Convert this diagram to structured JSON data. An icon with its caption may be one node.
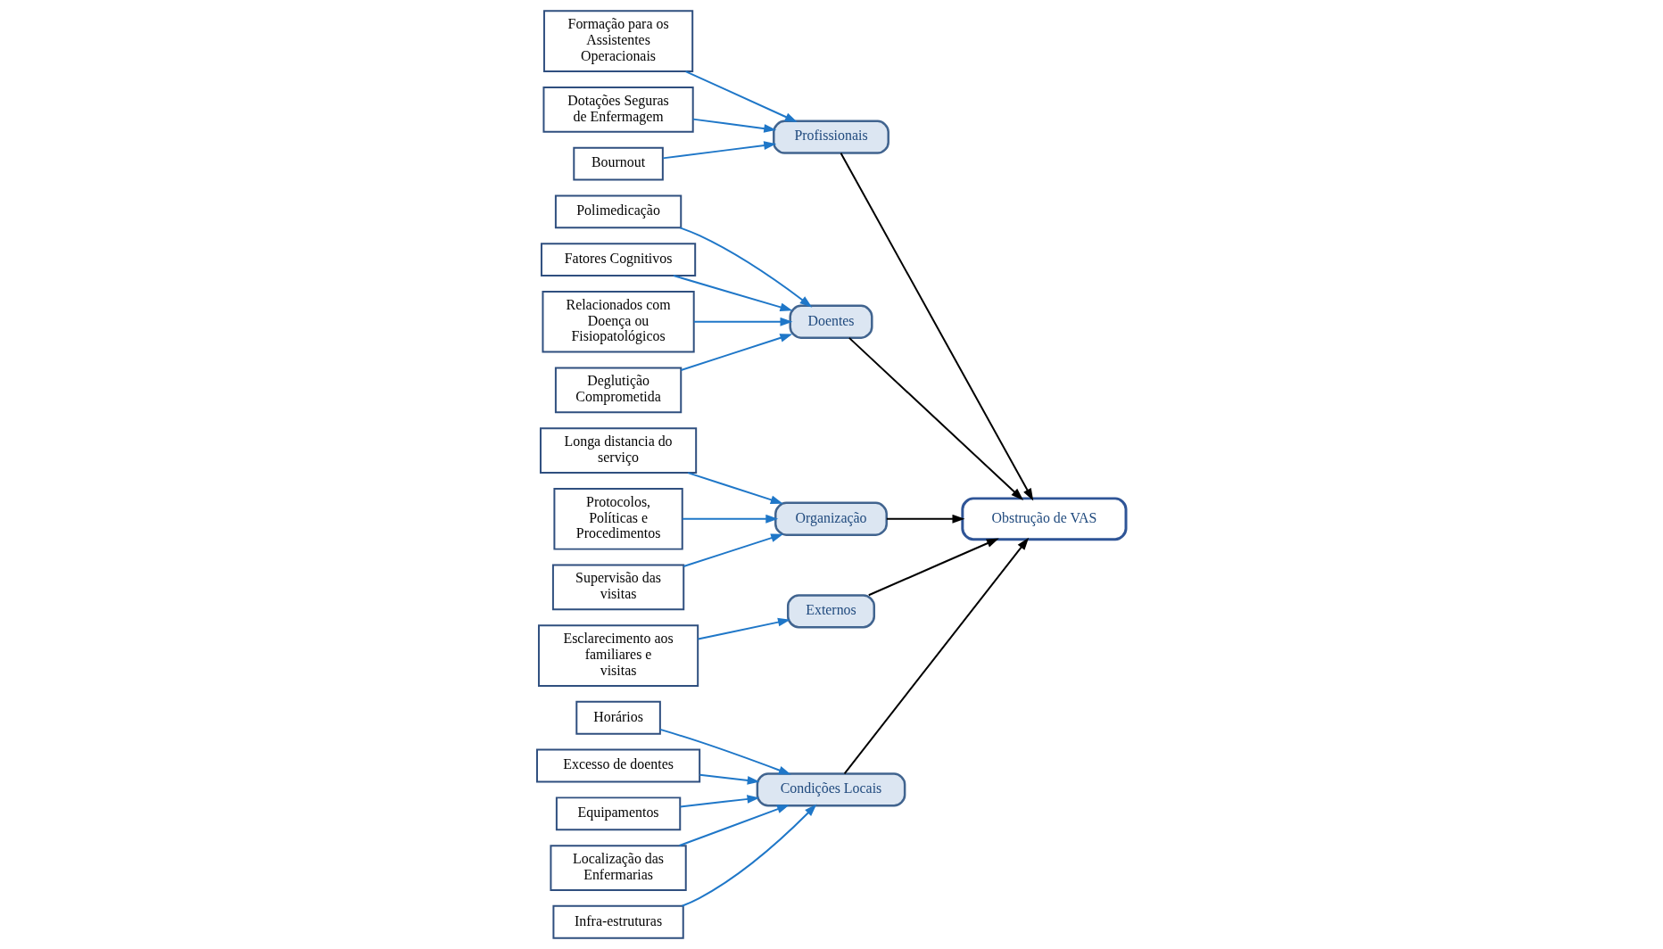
{
  "diagram": {
    "nodes": [
      {
        "text": [
          "Condições Locais"
        ]
      },
      {
        "text": [
          "Horários"
        ]
      },
      {
        "text": [
          "Excesso de doentes"
        ]
      },
      {
        "text": [
          "Equipamentos"
        ]
      },
      {
        "text": [
          "Localização das Enfermarias"
        ]
      },
      {
        "text": [
          "Infra-estruturas"
        ]
      },
      {
        "text": [
          "Profissionais"
        ]
      },
      {
        "text": [
          "Formação para os Assistentes Operacionais"
        ]
      },
      {
        "text": [
          "Dotações Seguras de Enfermagem"
        ]
      },
      {
        "text": [
          "Bournout"
        ]
      },
      {
        "text": [
          "Obstrução de VAS"
        ]
      },
      {
        "text": [
          "Polimedicação"
        ]
      },
      {
        "text": [
          "Fatores Cognitivos"
        ]
      },
      {
        "text": [
          "Relacionados com Doença ou Fisiopatológicos"
        ]
      },
      {
        "text": [
          "Deglutição Comprometida"
        ]
      },
      {
        "text": [
          "Doentes"
        ]
      },
      {
        "text": [
          "Longa distancia do serviço"
        ]
      },
      {
        "text": [
          "Protocolos, Políticas e Procedimentos"
        ]
      },
      {
        "text": [
          "Supervisão das visitas"
        ]
      },
      {
        "text": [
          "Organização"
        ]
      },
      {
        "text": [
          "Esclarecimento aos familiares e visitas"
        ]
      },
      {
        "text": [
          "Externos"
        ]
      }
    ],
    "edges": [
      {
        "from": 1,
        "to": 0,
        "arrow": "to"
      },
      {
        "from": 2,
        "to": 0,
        "arrow": "to"
      },
      {
        "from": 3,
        "to": 0,
        "arrow": "to"
      },
      {
        "from": 4,
        "to": 0,
        "arrow": "to"
      },
      {
        "from": 5,
        "to": 0,
        "arrow": "to"
      },
      {
        "from": 7,
        "to": 6,
        "arrow": "to"
      },
      {
        "from": 8,
        "to": 6,
        "arrow": "to"
      },
      {
        "from": 9,
        "to": 6,
        "arrow": "to"
      },
      {
        "from": 11,
        "to": 15,
        "arrow": "to"
      },
      {
        "from": 12,
        "to": 15,
        "arrow": "to"
      },
      {
        "from": 13,
        "to": 15,
        "arrow": "to"
      },
      {
        "from": 14,
        "to": 15,
        "arrow": "to"
      },
      {
        "from": 16,
        "to": 19,
        "arrow": "to"
      },
      {
        "from": 17,
        "to": 19,
        "arrow": "to"
      },
      {
        "from": 18,
        "to": 19,
        "arrow": "to"
      },
      {
        "from": 20,
        "to": 21,
        "arrow": "to"
      },
      {
        "from": 0,
        "to": 10,
        "arrow": "to",
        "color": "#000000"
      },
      {
        "from": 6,
        "to": 10,
        "arrow": "to",
        "color": "#000000"
      },
      {
        "from": 15,
        "to": 10,
        "arrow": "to",
        "color": "#000000"
      },
      {
        "from": 19,
        "to": 10,
        "arrow": "to",
        "color": "#000000"
      },
      {
        "from": 21,
        "to": 10,
        "arrow": "to",
        "color": "#000000"
      }
    ]
  }
}
